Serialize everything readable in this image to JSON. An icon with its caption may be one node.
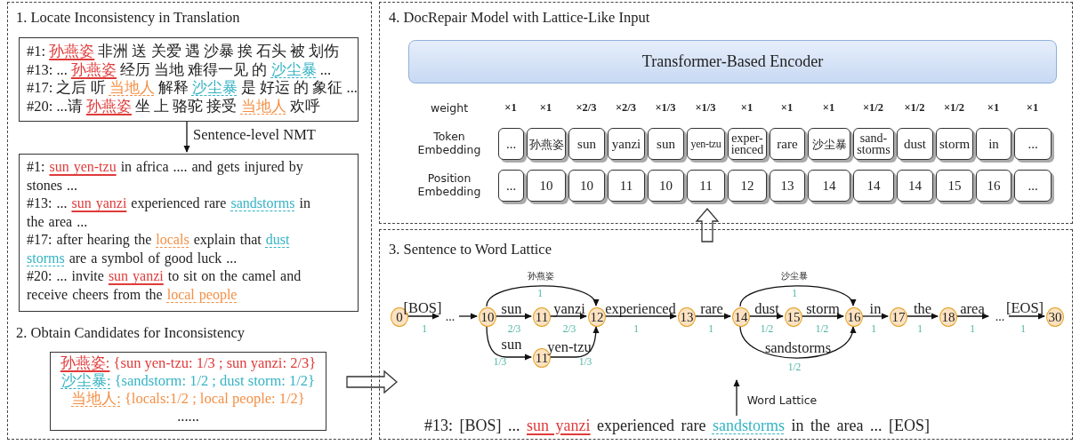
{
  "diagram": {
    "nodes": [
      {
        "text": [
          "1. Locate Inconsistency in Translation",
          "2. Obtain Candidates for Inconsistency"
        ]
      },
      {
        "text": [
          "#1: 孙燕姿 非洲 送 关爱 遇 沙暴 挨 石头 被 划伤",
          "#13: ... 孙燕姿 经历 当地 难得一见 的 沙尘暴 ...",
          "#17: 之后 听 当地人 解释 沙尘暴 是 好运 的 象征 ...",
          "#20: ...请 孙燕姿 坐 上 骆驼 接受 当地人 欢呼"
        ],
        "in": 0
      },
      {
        "text": [
          "#1: sun yen-tzu in africa .... and gets injured by stones ...",
          "#13: ... sun yanzi experienced rare sandstorms in the area ...",
          "#17: after hearing the locals explain that dust storms are a symbol of good luck ...",
          "#20: ... invite sun yanzi to sit on the camel and receive cheers from the local people"
        ],
        "in": 0
      },
      {
        "text": [
          "孙燕姿: {sun yen-tzu: 1/3 ; sun yanzi: 2/3}",
          "沙尘暴: {sandstorm: 1/2 ; dust storm: 1/2}",
          "当地人: {locals:1/2 ; local people: 1/2}",
          "......"
        ],
        "in": 0
      },
      {
        "text": [
          "4. DocRepair Model with Lattice-Like Input"
        ]
      },
      {
        "text": [
          "Transformer-Based Encoder"
        ],
        "in": 4
      },
      {
        "text": [
          "..."
        ],
        "in": 4
      },
      {
        "text": [
          "孙燕姿"
        ],
        "in": 4
      },
      {
        "text": [
          "sun"
        ],
        "in": 4
      },
      {
        "text": [
          "yanzi"
        ],
        "in": 4
      },
      {
        "text": [
          "sun"
        ],
        "in": 4
      },
      {
        "text": [
          "yen-tzu"
        ],
        "in": 4
      },
      {
        "text": [
          "exper-ienced"
        ],
        "in": 4
      },
      {
        "text": [
          "rare"
        ],
        "in": 4
      },
      {
        "text": [
          "沙尘暴"
        ],
        "in": 4
      },
      {
        "text": [
          "sand-storms"
        ],
        "in": 4
      },
      {
        "text": [
          "dust"
        ],
        "in": 4
      },
      {
        "text": [
          "storm"
        ],
        "in": 4
      },
      {
        "text": [
          "in"
        ],
        "in": 4
      },
      {
        "text": [
          "..."
        ],
        "in": 4
      },
      {
        "text": [
          "..."
        ],
        "in": 4
      },
      {
        "text": [
          "10"
        ],
        "in": 4
      },
      {
        "text": [
          "10"
        ],
        "in": 4
      },
      {
        "text": [
          "11"
        ],
        "in": 4
      },
      {
        "text": [
          "10"
        ],
        "in": 4
      },
      {
        "text": [
          "11"
        ],
        "in": 4
      },
      {
        "text": [
          "12"
        ],
        "in": 4
      },
      {
        "text": [
          "13"
        ],
        "in": 4
      },
      {
        "text": [
          "14"
        ],
        "in": 4
      },
      {
        "text": [
          "14"
        ],
        "in": 4
      },
      {
        "text": [
          "14"
        ],
        "in": 4
      },
      {
        "text": [
          "15"
        ],
        "in": 4
      },
      {
        "text": [
          "16"
        ],
        "in": 4
      },
      {
        "text": [
          "..."
        ],
        "in": 4
      },
      {
        "text": [
          "3. Sentence to Word Lattice"
        ]
      },
      {
        "text": [
          "0"
        ],
        "in": 34
      },
      {
        "text": [
          "..."
        ],
        "in": 34
      },
      {
        "text": [
          "10"
        ],
        "in": 34
      },
      {
        "text": [
          "11"
        ],
        "in": 34
      },
      {
        "text": [
          "11"
        ],
        "in": 34
      },
      {
        "text": [
          "12"
        ],
        "in": 34
      },
      {
        "text": [
          "13"
        ],
        "in": 34
      },
      {
        "text": [
          "14"
        ],
        "in": 34
      },
      {
        "text": [
          "15"
        ],
        "in": 34
      },
      {
        "text": [
          "16"
        ],
        "in": 34
      },
      {
        "text": [
          "17"
        ],
        "in": 34
      },
      {
        "text": [
          "18"
        ],
        "in": 34
      },
      {
        "text": [
          "..."
        ],
        "in": 34
      },
      {
        "text": [
          "30"
        ],
        "in": 34
      },
      {
        "text": [
          "#13: [BOS] ... sun yanzi experienced rare sandstorms in the area ... [EOS]"
        ],
        "in": 34
      }
    ],
    "edges": [
      {
        "from": 1,
        "to": 2,
        "arrow": "to",
        "label": "Sentence-level NMT"
      },
      {
        "from": 0,
        "to": 34,
        "arrow": "to",
        "style": "thick"
      },
      {
        "from": 34,
        "to": 4,
        "arrow": "to",
        "style": "thick"
      },
      {
        "from": 35,
        "to": 36,
        "arrow": "to",
        "label": "[BOS]"
      },
      {
        "from": 36,
        "to": 37,
        "arrow": "to"
      },
      {
        "from": 37,
        "to": 40,
        "arrow": "to",
        "label": "孙燕姿"
      },
      {
        "from": 37,
        "to": 38,
        "arrow": "to",
        "label": "sun"
      },
      {
        "from": 38,
        "to": 40,
        "arrow": "to",
        "label": "yanzi"
      },
      {
        "from": 37,
        "to": 39,
        "arrow": "to",
        "label": "sun"
      },
      {
        "from": 39,
        "to": 40,
        "arrow": "to",
        "label": "yen-tzu"
      },
      {
        "from": 40,
        "to": 41,
        "arrow": "to",
        "label": "experienced"
      },
      {
        "from": 41,
        "to": 42,
        "arrow": "to",
        "label": "rare"
      },
      {
        "from": 42,
        "to": 44,
        "arrow": "to",
        "label": "沙尘暴"
      },
      {
        "from": 42,
        "to": 43,
        "arrow": "to",
        "label": "dust"
      },
      {
        "from": 43,
        "to": 44,
        "arrow": "to",
        "label": "storm"
      },
      {
        "from": 42,
        "to": 44,
        "arrow": "to",
        "label": "sandstorms"
      },
      {
        "from": 44,
        "to": 45,
        "arrow": "to",
        "label": "in"
      },
      {
        "from": 45,
        "to": 46,
        "arrow": "to",
        "label": "the"
      },
      {
        "from": 46,
        "to": 47,
        "arrow": "to",
        "label": "area"
      },
      {
        "from": 47,
        "to": 48,
        "arrow": "to",
        "label": "[EOS]"
      },
      {
        "from": 49,
        "to": null,
        "arrow": "to",
        "label": "Word Lattice"
      }
    ],
    "labels": [
      "weight",
      "×1",
      "×1",
      "×2/3",
      "×2/3",
      "×1/3",
      "×1/3",
      "×1",
      "×1",
      "×1",
      "×1/2",
      "×1/2",
      "×1/2",
      "×1",
      "×1",
      "Token Embedding",
      "Position Embedding",
      "1",
      "1",
      "2/3",
      "2/3",
      "1/3",
      "1/3",
      "1",
      "1",
      "1",
      "1/2",
      "1/2",
      "1/2",
      "1",
      "1",
      "1",
      "1"
    ]
  }
}
